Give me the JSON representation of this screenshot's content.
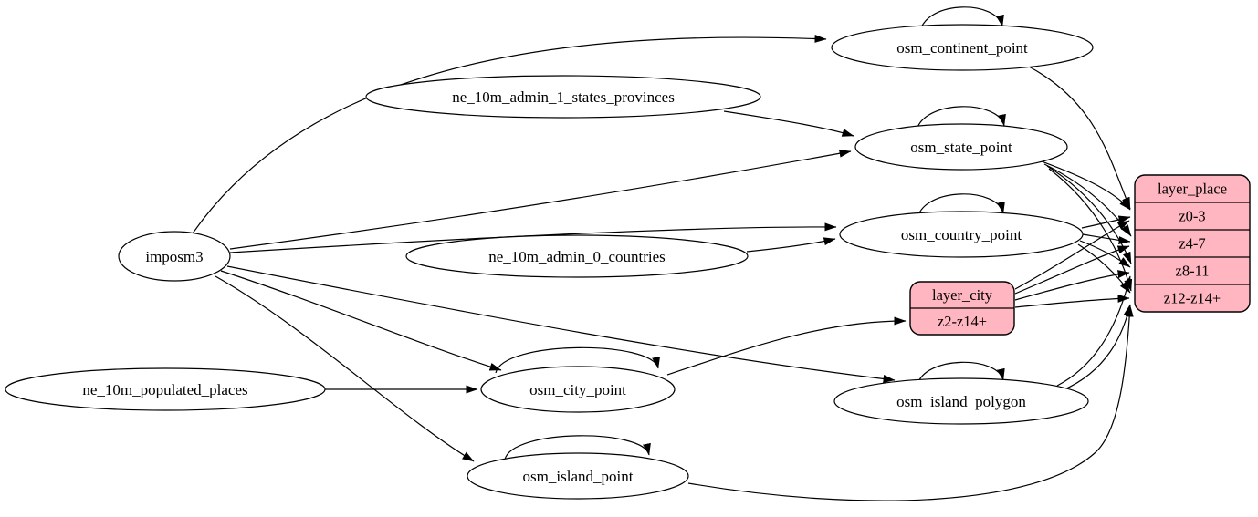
{
  "diagram": {
    "colors": {
      "background": "#ffffff",
      "node_fill": "#ffffff",
      "record_fill": "#ffb6c1",
      "stroke": "#000000"
    },
    "nodes": [
      {
        "id": "imposm3",
        "label": "imposm3"
      },
      {
        "id": "ne_10m_admin_1_states_provinces",
        "label": "ne_10m_admin_1_states_provinces"
      },
      {
        "id": "ne_10m_admin_0_countries",
        "label": "ne_10m_admin_0_countries"
      },
      {
        "id": "ne_10m_populated_places",
        "label": "ne_10m_populated_places"
      },
      {
        "id": "osm_continent_point",
        "label": "osm_continent_point"
      },
      {
        "id": "osm_state_point",
        "label": "osm_state_point"
      },
      {
        "id": "osm_country_point",
        "label": "osm_country_point"
      },
      {
        "id": "osm_city_point",
        "label": "osm_city_point"
      },
      {
        "id": "osm_island_polygon",
        "label": "osm_island_polygon"
      },
      {
        "id": "osm_island_point",
        "label": "osm_island_point"
      }
    ],
    "records": [
      {
        "id": "layer_city",
        "title": "layer_city",
        "rows": [
          "z2-z14+"
        ]
      },
      {
        "id": "layer_place",
        "title": "layer_place",
        "rows": [
          "z0-3",
          "z4-7",
          "z8-11",
          "z12-z14+"
        ]
      }
    ],
    "edges": [
      {
        "from": "osm_continent_point",
        "to": "osm_continent_point"
      },
      {
        "from": "osm_state_point",
        "to": "osm_state_point"
      },
      {
        "from": "osm_country_point",
        "to": "osm_country_point"
      },
      {
        "from": "osm_city_point",
        "to": "osm_city_point"
      },
      {
        "from": "osm_island_polygon",
        "to": "osm_island_polygon"
      },
      {
        "from": "osm_island_point",
        "to": "osm_island_point"
      },
      {
        "from": "imposm3",
        "to": "osm_continent_point"
      },
      {
        "from": "imposm3",
        "to": "osm_state_point"
      },
      {
        "from": "imposm3",
        "to": "osm_country_point"
      },
      {
        "from": "imposm3",
        "to": "osm_city_point"
      },
      {
        "from": "imposm3",
        "to": "osm_island_polygon"
      },
      {
        "from": "imposm3",
        "to": "osm_island_point"
      },
      {
        "from": "ne_10m_admin_1_states_provinces",
        "to": "osm_state_point"
      },
      {
        "from": "ne_10m_admin_0_countries",
        "to": "osm_country_point"
      },
      {
        "from": "ne_10m_populated_places",
        "to": "osm_city_point"
      },
      {
        "from": "osm_city_point",
        "to": "layer_city",
        "port": "z2-z14+"
      },
      {
        "from": "osm_continent_point",
        "to": "layer_place",
        "port": "z0-3"
      },
      {
        "from": "osm_state_point",
        "to": "layer_place",
        "port": "z0-3"
      },
      {
        "from": "osm_state_point",
        "to": "layer_place",
        "port": "z4-7"
      },
      {
        "from": "osm_state_point",
        "to": "layer_place",
        "port": "z8-11"
      },
      {
        "from": "osm_state_point",
        "to": "layer_place",
        "port": "z12-z14+"
      },
      {
        "from": "osm_country_point",
        "to": "layer_place",
        "port": "z0-3"
      },
      {
        "from": "osm_country_point",
        "to": "layer_place",
        "port": "z4-7"
      },
      {
        "from": "osm_country_point",
        "to": "layer_place",
        "port": "z8-11"
      },
      {
        "from": "osm_country_point",
        "to": "layer_place",
        "port": "z12-z14+"
      },
      {
        "from": "layer_city",
        "to": "layer_place",
        "port": "z0-3"
      },
      {
        "from": "layer_city",
        "to": "layer_place",
        "port": "z4-7"
      },
      {
        "from": "layer_city",
        "to": "layer_place",
        "port": "z8-11"
      },
      {
        "from": "layer_city",
        "to": "layer_place",
        "port": "z12-z14+"
      },
      {
        "from": "osm_island_polygon",
        "to": "layer_place",
        "port": "z8-11"
      },
      {
        "from": "osm_island_polygon",
        "to": "layer_place",
        "port": "z12-z14+"
      },
      {
        "from": "osm_island_point",
        "to": "layer_place",
        "port": "z12-z14+"
      }
    ]
  }
}
